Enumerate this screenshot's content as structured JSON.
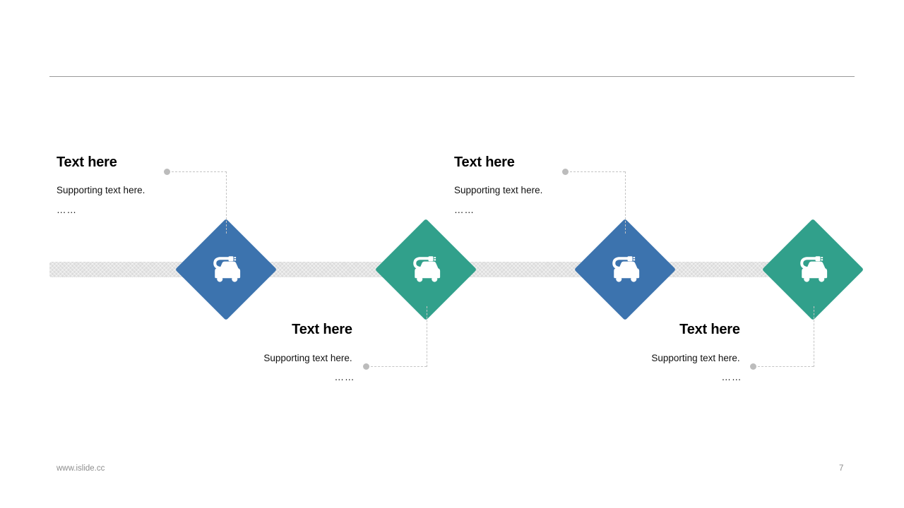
{
  "slide": {
    "background_color": "#ffffff",
    "divider_color": "#9a9a9a",
    "page_number": "7",
    "footer_url": "www.islide.cc"
  },
  "palette": {
    "blue": "#3c73ae",
    "teal": "#31a08b",
    "bar": "#dcdcdc",
    "connector": "#c4c4c4",
    "connector_dot": "#bcbcbc",
    "footer_text": "#8e8e8e"
  },
  "timeline": {
    "icon_name": "ev-charging-car-icon",
    "nodes": [
      {
        "index": 1,
        "color_key": "blue",
        "color": "#3c73ae",
        "icon": "ev-charging-car-icon",
        "position": "above"
      },
      {
        "index": 2,
        "color_key": "teal",
        "color": "#31a08b",
        "icon": "ev-charging-car-icon",
        "position": "below"
      },
      {
        "index": 3,
        "color_key": "blue",
        "color": "#3c73ae",
        "icon": "ev-charging-car-icon",
        "position": "above"
      },
      {
        "index": 4,
        "color_key": "teal",
        "color": "#31a08b",
        "icon": "ev-charging-car-icon",
        "position": "below"
      }
    ]
  },
  "blocks": [
    {
      "id": "top-left",
      "title": "Text here",
      "subtitle": "Supporting text here.",
      "dots": "……"
    },
    {
      "id": "top-right",
      "title": "Text here",
      "subtitle": "Supporting text here.",
      "dots": "……"
    },
    {
      "id": "bottom-left",
      "title": "Text here",
      "subtitle": "Supporting text here.",
      "dots": "……"
    },
    {
      "id": "bottom-right",
      "title": "Text here",
      "subtitle": "Supporting text here.",
      "dots": "……"
    }
  ]
}
